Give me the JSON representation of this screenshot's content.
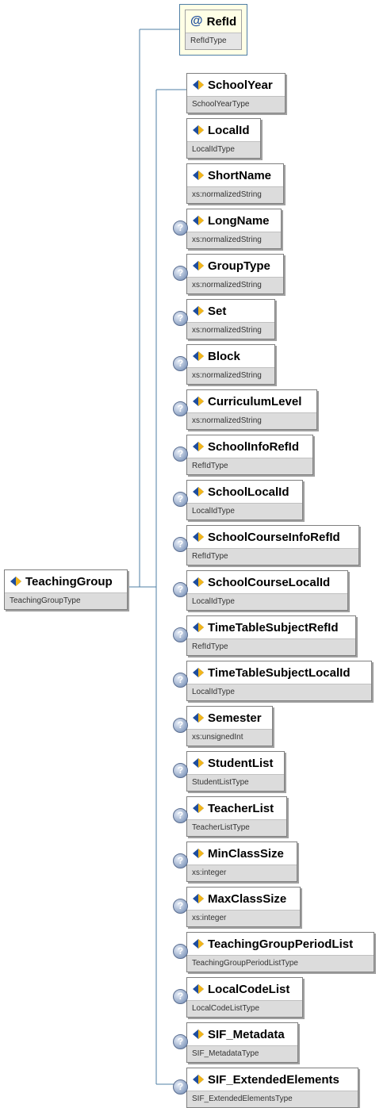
{
  "root": {
    "name": "TeachingGroup",
    "type": "TeachingGroupType"
  },
  "attribute": {
    "name": "RefId",
    "type": "RefIdType",
    "icon": "at-icon"
  },
  "elements": [
    {
      "name": "SchoolYear",
      "type": "SchoolYearType",
      "optional": false
    },
    {
      "name": "LocalId",
      "type": "LocalIdType",
      "optional": false
    },
    {
      "name": "ShortName",
      "type": "xs:normalizedString",
      "optional": false
    },
    {
      "name": "LongName",
      "type": "xs:normalizedString",
      "optional": true
    },
    {
      "name": "GroupType",
      "type": "xs:normalizedString",
      "optional": true
    },
    {
      "name": "Set",
      "type": "xs:normalizedString",
      "optional": true
    },
    {
      "name": "Block",
      "type": "xs:normalizedString",
      "optional": true
    },
    {
      "name": "CurriculumLevel",
      "type": "xs:normalizedString",
      "optional": true
    },
    {
      "name": "SchoolInfoRefId",
      "type": "RefIdType",
      "optional": true
    },
    {
      "name": "SchoolLocalId",
      "type": "LocalIdType",
      "optional": true
    },
    {
      "name": "SchoolCourseInfoRefId",
      "type": "RefIdType",
      "optional": true
    },
    {
      "name": "SchoolCourseLocalId",
      "type": "LocalIdType",
      "optional": true
    },
    {
      "name": "TimeTableSubjectRefId",
      "type": "RefIdType",
      "optional": true
    },
    {
      "name": "TimeTableSubjectLocalId",
      "type": "LocalIdType",
      "optional": true
    },
    {
      "name": "Semester",
      "type": "xs:unsignedInt",
      "optional": true
    },
    {
      "name": "StudentList",
      "type": "StudentListType",
      "optional": true
    },
    {
      "name": "TeacherList",
      "type": "TeacherListType",
      "optional": true
    },
    {
      "name": "MinClassSize",
      "type": "xs:integer",
      "optional": true
    },
    {
      "name": "MaxClassSize",
      "type": "xs:integer",
      "optional": true
    },
    {
      "name": "TeachingGroupPeriodList",
      "type": "TeachingGroupPeriodListType",
      "optional": true
    },
    {
      "name": "LocalCodeList",
      "type": "LocalCodeListType",
      "optional": true
    },
    {
      "name": "SIF_Metadata",
      "type": "SIF_MetadataType",
      "optional": true
    },
    {
      "name": "SIF_ExtendedElements",
      "type": "SIF_ExtendedElementsType",
      "optional": true
    }
  ],
  "icons": {
    "element": "element-icon",
    "optional": "optional-question-icon"
  },
  "colors": {
    "connector": "#4f7fa5",
    "type_band": "#dcdcdc",
    "attribute_bg": "#ffffe6"
  }
}
